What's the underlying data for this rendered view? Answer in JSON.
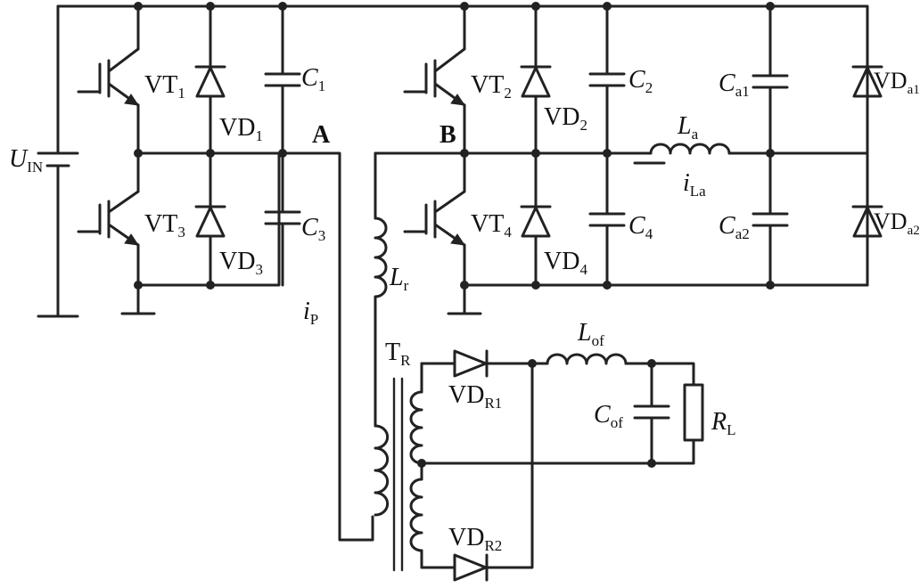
{
  "labels": {
    "uin": {
      "main": "U",
      "sub": "IN"
    },
    "vt1": {
      "main": "VT",
      "sub": "1"
    },
    "vt2": {
      "main": "VT",
      "sub": "2"
    },
    "vt3": {
      "main": "VT",
      "sub": "3"
    },
    "vt4": {
      "main": "VT",
      "sub": "4"
    },
    "vd1": {
      "main": "VD",
      "sub": "1"
    },
    "vd2": {
      "main": "VD",
      "sub": "2"
    },
    "vd3": {
      "main": "VD",
      "sub": "3"
    },
    "vd4": {
      "main": "VD",
      "sub": "4"
    },
    "vda1": {
      "main": "VD",
      "sub": "a1"
    },
    "vda2": {
      "main": "VD",
      "sub": "a2"
    },
    "vdr1": {
      "main": "VD",
      "sub": "R1"
    },
    "vdr2": {
      "main": "VD",
      "sub": "R2"
    },
    "c1": {
      "main": "C",
      "sub": "1"
    },
    "c2": {
      "main": "C",
      "sub": "2"
    },
    "c3": {
      "main": "C",
      "sub": "3"
    },
    "c4": {
      "main": "C",
      "sub": "4"
    },
    "ca1": {
      "main": "C",
      "sub": "a1"
    },
    "ca2": {
      "main": "C",
      "sub": "a2"
    },
    "cof": {
      "main": "C",
      "sub": "of"
    },
    "la": {
      "main": "L",
      "sub": "a"
    },
    "ila": {
      "main": "i",
      "sub": "La"
    },
    "lr": {
      "main": "L",
      "sub": "r"
    },
    "lof": {
      "main": "L",
      "sub": "of"
    },
    "ip": {
      "main": "i",
      "sub": "P"
    },
    "tr": {
      "main": "T",
      "sub": "R"
    },
    "rl": {
      "main": "R",
      "sub": "L"
    },
    "node_a": "A",
    "node_b": "B"
  }
}
